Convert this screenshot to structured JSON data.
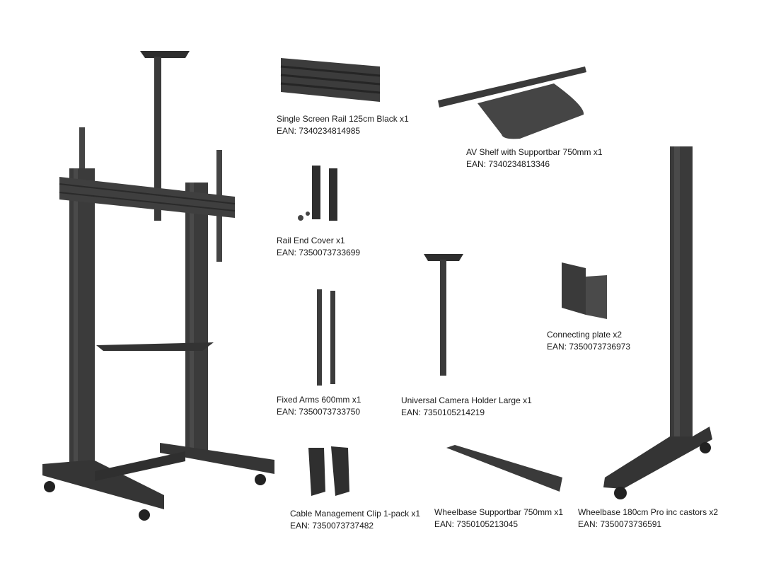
{
  "parts": [
    {
      "id": "single-screen-rail",
      "name": "Single Screen Rail 125cm Black x1",
      "ean": "EAN: 7340234814985"
    },
    {
      "id": "av-shelf",
      "name": "AV Shelf with Supportbar 750mm x1",
      "ean": "EAN: 7340234813346"
    },
    {
      "id": "rail-end-cover",
      "name": "Rail End Cover x1",
      "ean": "EAN: 7350073733699"
    },
    {
      "id": "connecting-plate",
      "name": "Connecting plate x2",
      "ean": "EAN: 7350073736973"
    },
    {
      "id": "fixed-arms",
      "name": "Fixed Arms 600mm x1",
      "ean": "EAN: 7350073733750"
    },
    {
      "id": "camera-holder",
      "name": "Universal Camera Holder Large x1",
      "ean": "EAN: 7350105214219"
    },
    {
      "id": "cable-clip",
      "name": "Cable Management Clip 1-pack x1",
      "ean": "EAN: 7350073737482"
    },
    {
      "id": "wheelbase-supportbar",
      "name": "Wheelbase Supportbar 750mm x1",
      "ean": "EAN: 7350105213045"
    },
    {
      "id": "wheelbase-180",
      "name": "Wheelbase 180cm Pro inc castors x2",
      "ean": "EAN: 7350073736591"
    }
  ],
  "colors": {
    "metal": "#3a3a3a",
    "metal_light": "#555555",
    "metal_dark": "#232323"
  }
}
